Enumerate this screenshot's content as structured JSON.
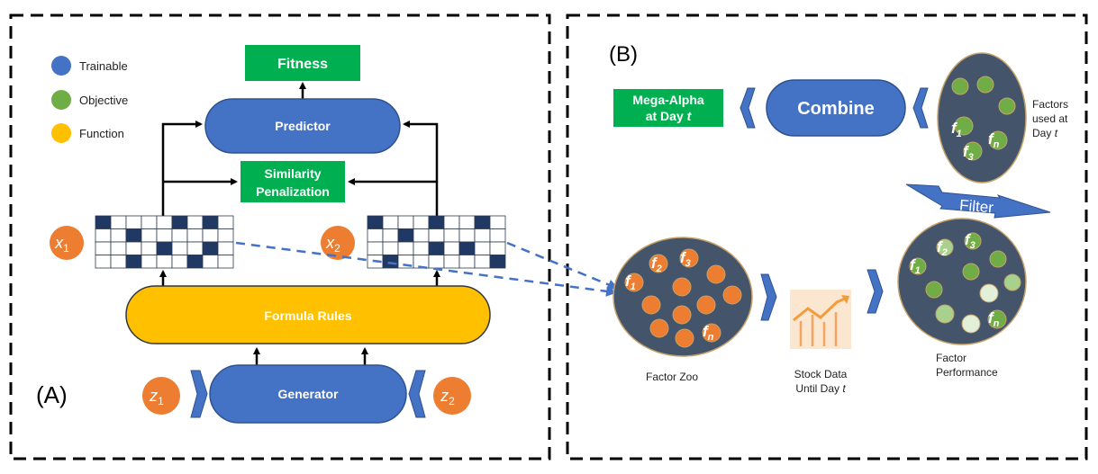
{
  "panel_a": {
    "label": "(A)",
    "legend": [
      {
        "label": "Trainable",
        "color": "#4472c4"
      },
      {
        "label": "Objective",
        "color": "#70ad47"
      },
      {
        "label": "Function",
        "color": "#ffc000"
      }
    ],
    "fitness": "Fitness",
    "predictor": "Predictor",
    "similarity_line1": "Similarity",
    "similarity_line2": "Penalization",
    "formula_rules": "Formula Rules",
    "generator": "Generator",
    "x1": {
      "sym": "x",
      "sub": "1"
    },
    "x2": {
      "sym": "x",
      "sub": "2"
    },
    "z1": {
      "sym": "z",
      "sub": "1"
    },
    "z2": {
      "sym": "z",
      "sub": "2"
    }
  },
  "panel_b": {
    "label": "(B)",
    "mega_line1": "Mega-Alpha",
    "mega_line2": "at Day ",
    "mega_t": "t",
    "combine": "Combine",
    "filter": "Filter",
    "factors_used_line1": "Factors",
    "factors_used_line2": "used at",
    "factors_used_line3": "Day ",
    "factors_used_t": "t",
    "factor_zoo": "Factor Zoo",
    "stock_line1": "Stock Data",
    "stock_line2": "Until Day ",
    "stock_t": "t",
    "perf_line1": "Factor",
    "perf_line2": "Performance",
    "factor_symbol": "f",
    "sub_1": "1",
    "sub_2": "2",
    "sub_3": "3",
    "sub_n": "n"
  },
  "colors": {
    "trainable": "#4472c4",
    "objective": "#00b050",
    "function": "#ffc000",
    "variable": "#ed7d31",
    "pool": "#44546a",
    "dark_cell": "#203864"
  }
}
